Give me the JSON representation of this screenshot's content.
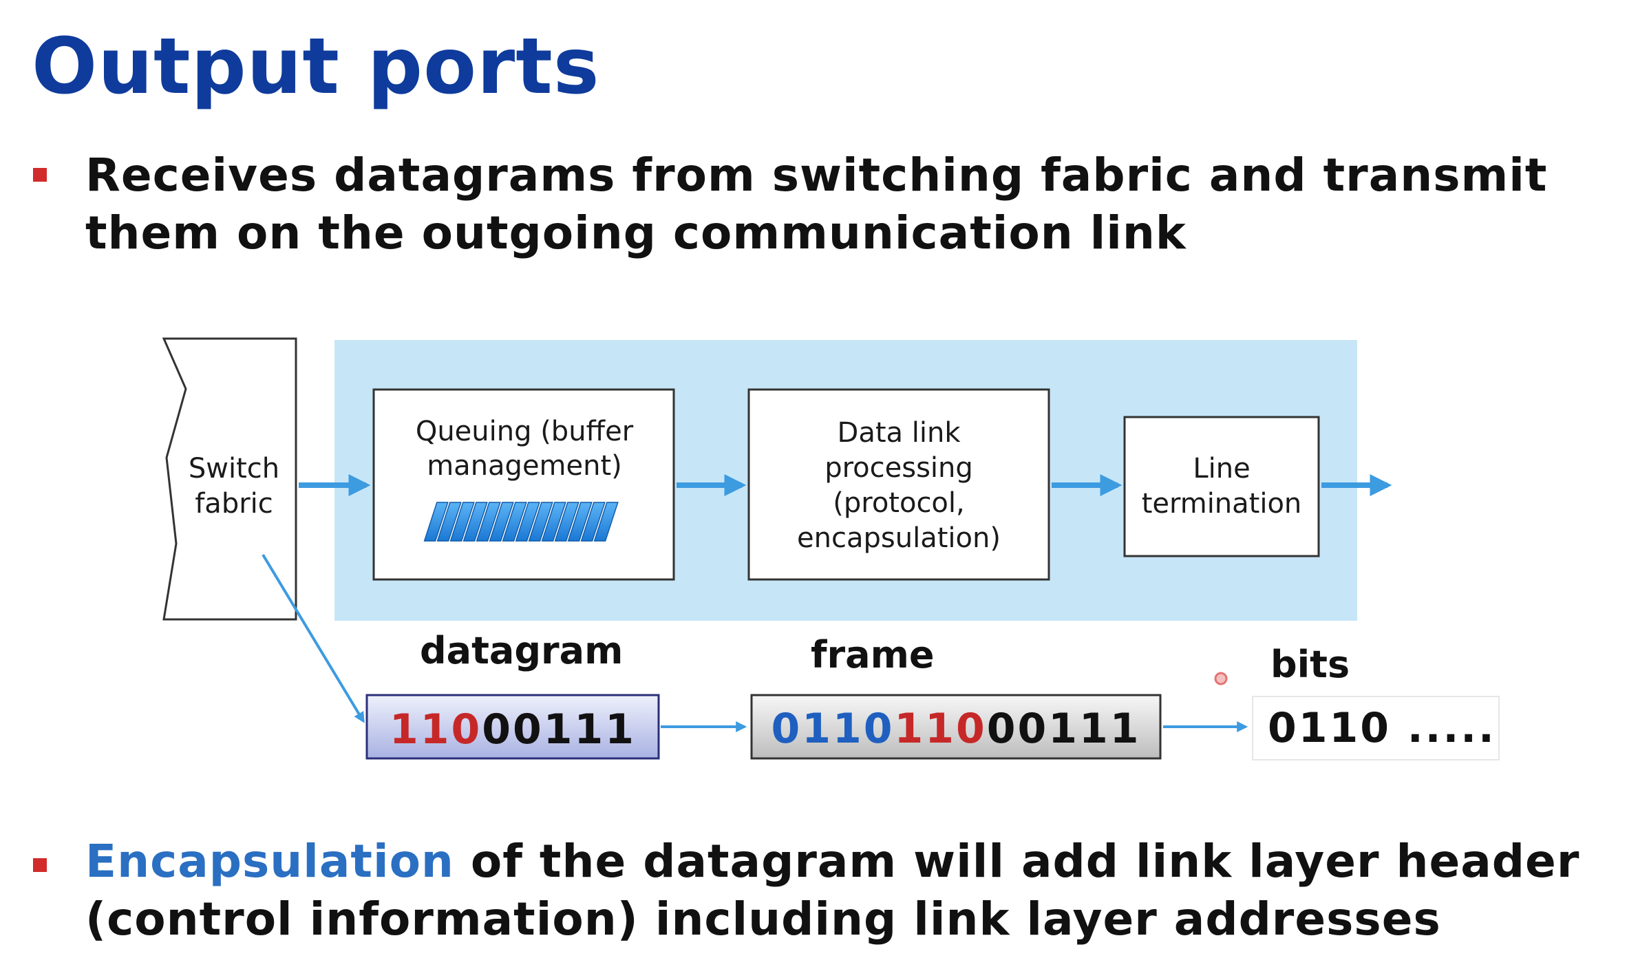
{
  "slide": {
    "title": "Output ports",
    "bullet1": "Receives datagrams from switching fabric and transmit them on the outgoing communication link",
    "bullet2_accent": "Encapsulation",
    "bullet2_rest": " of the datagram will add link layer header (control information) including link layer addresses"
  },
  "diagram": {
    "switch_line1": "Switch",
    "switch_line2": "fabric",
    "queue_line1": "Queuing (buffer",
    "queue_line2": "management)",
    "dlp_line1": "Data link",
    "dlp_line2": "processing",
    "dlp_line3": "(protocol,",
    "dlp_line4": "encapsulation)",
    "line_term_line1": "Line",
    "line_term_line2": "termination",
    "label_datagram": "datagram",
    "label_frame": "frame",
    "label_bits": "bits",
    "datagram_bits_red": "110",
    "datagram_bits_dark": "00111",
    "frame_bits_blue": "0110",
    "frame_bits_red": "110",
    "frame_bits_dark": "00111",
    "output_bits": "0110 .....",
    "colors": {
      "title": "#0f3b9c",
      "accent": "#2a6fc2",
      "panel": "#c6e6f7",
      "arrow": "#3d9be0",
      "header_red": "#c62828",
      "header_blue": "#1f5fbf"
    }
  }
}
